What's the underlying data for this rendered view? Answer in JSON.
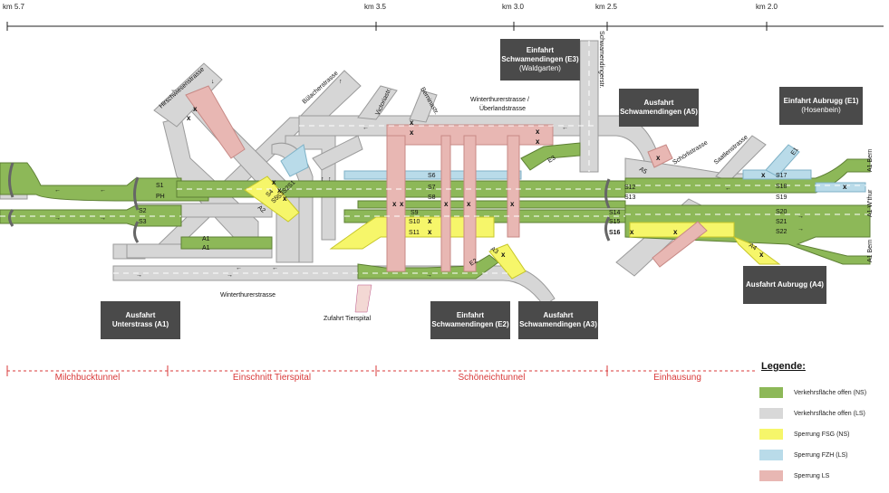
{
  "km_markers": [
    "km 5.7",
    "km 3.5",
    "km 3.0",
    "km 2.5",
    "km 2.0"
  ],
  "sections": [
    "Milchbucktunnel",
    "Einschnitt Tierspital",
    "Schöneichtunnel",
    "Einhausung"
  ],
  "boxes": {
    "a1": {
      "title": "Ausfahrt",
      "line2": "Unterstrass (A1)"
    },
    "e2": {
      "title": "Einfahrt",
      "line2": "Schwamendingen (E2)"
    },
    "a3": {
      "title": "Ausfahrt",
      "line2": "Schwamendingen (A3)"
    },
    "e3": {
      "title": "Einfahrt",
      "line2": "Schwamendingen (E3)",
      "sub": "(Waldgarten)"
    },
    "a5": {
      "title": "Ausfahrt",
      "line2": "Schwamendingen (A5)"
    },
    "e1": {
      "title": "Einfahrt Aubrugg (E1)",
      "sub": "(Hosenbein)"
    },
    "a4": {
      "title": "Ausfahrt Aubrugg (A4)"
    }
  },
  "streets": {
    "hirschwiesen": "Hirschwiesenstrasse",
    "buelach": "Bülacherstrasse",
    "victoria": "Victoriastr.",
    "berninastr": "Berninastr.",
    "winterthurer_top1": "Winterthurerstrasse /",
    "winterthurer_top2": "Überlandstrasse",
    "schwamendingerstr": "Schwamendingerstr.",
    "schoerli": "Schörlistrasse",
    "saatlen": "Saatlenstrasse",
    "winterthurer_bottom": "Winterthurerstrasse",
    "tierspital": "Zufahrt Tierspital"
  },
  "directions": {
    "bern_top": "A1 Bern",
    "wthur": "A1 W'thur",
    "bern_bottom": "A1 Bern"
  },
  "ramp_labels": [
    "E3",
    "A5",
    "E1",
    "A4",
    "A3",
    "E2",
    "A2",
    "S4",
    "S5",
    "S3",
    "S2",
    "S1"
  ],
  "signal_labels": {
    "s1": "S1",
    "ph": "PH",
    "s2": "S2",
    "s3": "S3",
    "a1a": "A1",
    "a1b": "A1",
    "s6": "S6",
    "s7": "S7",
    "s8": "S8",
    "s9": "S9",
    "s10": "S10",
    "s11": "S11",
    "s12": "S12",
    "s13": "S13",
    "s14": "S14",
    "s15": "S15",
    "s16": "S16",
    "s17": "S17",
    "s18": "S18",
    "s19": "S19",
    "s20": "S20",
    "s21": "S21",
    "s22": "S22"
  },
  "legend": {
    "title": "Legende:",
    "items": [
      {
        "label": "Verkehrsfläche offen (NS)",
        "color": "#8db858"
      },
      {
        "label": "Verkehrsfläche offen (LS)",
        "color": "#d8d8d8"
      },
      {
        "label": "Sperrung FSG (NS)",
        "color": "#f6f66a"
      },
      {
        "label": "Sperrung FZH (LS)",
        "color": "#b9dbe9"
      },
      {
        "label": "Sperrung LS",
        "color": "#e8b7b3"
      }
    ]
  },
  "closure_mark": "x"
}
